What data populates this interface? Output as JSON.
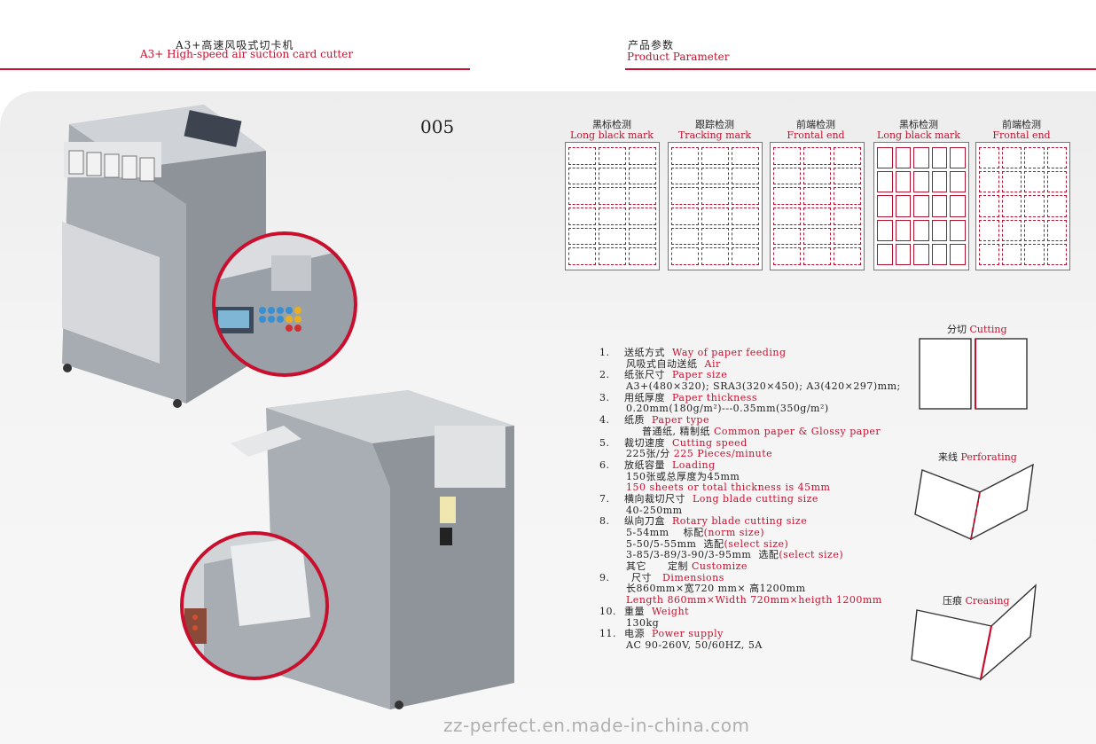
{
  "header": {
    "left_cn": "A3+高速风吸式切卡机",
    "left_en": "A3+  High-speed air suction card cutter",
    "right_cn": "产品参数",
    "right_en": "Product Parameter"
  },
  "model_number": "005",
  "sheets": [
    {
      "cn": "黑标检测",
      "en": "Long black mark"
    },
    {
      "cn": "跟踪检测",
      "en": "Tracking mark"
    },
    {
      "cn": "前端检测",
      "en": "Frontal end"
    },
    {
      "cn": "黑标检测",
      "en": "Long black mark"
    },
    {
      "cn": "前端检测",
      "en": "Frontal end"
    }
  ],
  "specs": {
    "s1": {
      "num": "1.",
      "cn": "送纸方式",
      "en": "Way of paper feeding",
      "v1_cn": "风吸式自动送纸",
      "v1_en": "Air"
    },
    "s2": {
      "num": "2.",
      "cn": "纸张尺寸",
      "en": "Paper size",
      "v1": "A3+(480×320); SRA3(320×450); A3(420×297)mm;"
    },
    "s3": {
      "num": "3.",
      "cn": "用纸厚度",
      "en": "Paper thickness",
      "v1": "0.20mm(180g/m²)---0.35mm(350g/m²)"
    },
    "s4": {
      "num": "4.",
      "cn": "纸质",
      "en": "Paper type",
      "v1_cn": "普通纸, 精制纸",
      "v1_en": "Common paper & Glossy paper"
    },
    "s5": {
      "num": "5.",
      "cn": "裁切速度",
      "en": "Cutting speed",
      "v1_cn": "225张/分",
      "v1_en": "225 Pieces/minute"
    },
    "s6": {
      "num": "6.",
      "cn": "放纸容量",
      "en": "Loading",
      "v1": "150张或总厚度为45mm",
      "v2": "150 sheets or total thickness is 45mm"
    },
    "s7": {
      "num": "7.",
      "cn": "横向裁切尺寸",
      "en": "Long blade cutting size",
      "v1": "40-250mm"
    },
    "s8": {
      "num": "8.",
      "cn": "纵向刀盒",
      "en": "Rotary blade cutting size",
      "v1": "5-54mm",
      "v1_cn": "标配",
      "v1_en": "(norm size)",
      "v2": "5-50/5-55mm",
      "v2_cn": "选配",
      "v2_en": "(select size)",
      "v3": "3-85/3-89/3-90/3-95mm",
      "v3_cn": "选配",
      "v3_en": "(select size)",
      "v4_a": "其它",
      "v4_cn": "定制",
      "v4_en": "Customize"
    },
    "s9": {
      "num": "9.",
      "cn": "尺寸",
      "en": "Dimensions",
      "v1": "长860mm×宽720 mm× 高1200mm",
      "v2": "Length 860mm×Width 720mm×heigth 1200mm"
    },
    "s10": {
      "num": "10.",
      "cn": "重量",
      "en": "Weight",
      "v1": "130kg"
    },
    "s11": {
      "num": "11.",
      "cn": "电源",
      "en": "Power supply",
      "v1": "AC 90-260V, 50/60HZ,  5A"
    }
  },
  "diagrams": {
    "cutting": {
      "cn": "分切",
      "en": "Cutting"
    },
    "perforating": {
      "cn": "来线",
      "en": "Perforating"
    },
    "creasing": {
      "cn": "压痕",
      "en": "Creasing"
    }
  },
  "watermark": "zz-perfect.en.made-in-china.com",
  "colors": {
    "accent": "#c8102e",
    "machine": "#9ea3aa",
    "panel": "#ededed"
  }
}
